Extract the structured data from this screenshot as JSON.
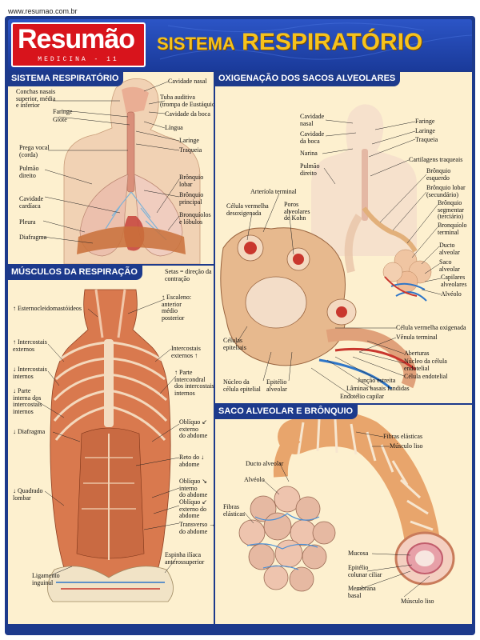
{
  "site_url": "www.resumao.com.br",
  "header": {
    "logo": "Resumão",
    "logo_sub": "MEDICINA - 11",
    "title_small": "SISTEMA",
    "title_big": "RESPIRATÓRIO"
  },
  "colors": {
    "frame": "#1d3a8c",
    "logo_red": "#d8141c",
    "title_yellow": "#f6c21c",
    "panel_bg": "#fdf0cf"
  },
  "panels": {
    "sistema": {
      "title": "SISTEMA RESPIRATÓRIO",
      "labels": {
        "conchas": "Conchas nasais\nsuperior, média\ne inferior",
        "faringe": "Faringe",
        "glote": "Glote",
        "prega": "Prega vocal\n(corda)",
        "pulmao": "Pulmão\ndireito",
        "cavidade_cardiaca": "Cavidade\ncardíaca",
        "pleura": "Pleura",
        "diafragma": "Diafragma",
        "cavidade_nasal": "Cavidade nasal",
        "tuba": "Tuba auditiva\n(trompa de Eustáquio)",
        "cavidade_boca": "Cavidade da boca",
        "lingua": "Língua",
        "laringe": "Laringe",
        "traqueia": "Traqueia",
        "bronquio_lobar": "Brônquio\nlobar",
        "bronquio_principal": "Brônquio\nprincipal",
        "bronquiolos": "Bronquíolos\ne lóbulos"
      }
    },
    "oxigenacao": {
      "title": "OXIGENAÇÃO DOS SACOS ALVEOLARES",
      "labels": {
        "cavidade_nasal": "Cavidade\nnasal",
        "cavidade_boca": "Cavidade\nda boca",
        "narina": "Narina",
        "pulmao": "Pulmão\ndireito",
        "arteriola": "Arteríola terminal",
        "celula_vermelha_desox": "Célula vermelha\ndesoxigenada",
        "poros": "Poros\nalveolares\nde Kohn",
        "faringe": "Faringe",
        "laringe": "Laringe",
        "traqueia": "Traqueia",
        "cartilagens": "Cartilagens traqueais",
        "bronquio_esquerdo": "Brônquio\nesquerdo",
        "bronquio_lobar": "Brônquio lobar\n(secundário)",
        "bronquio_segmentar": "Brônquio\nsegmentar\n(terciário)",
        "bronquiolo_terminal": "Bronquíolo\nterminal",
        "ducto": "Ducto\nalveolar",
        "saco": "Saco\nalveolar",
        "capilares": "Capilares\nalveolares",
        "alveolo": "Alvéolo",
        "celula_oxigenada": "Célula vermelha oxigenada",
        "venula": "Vênula terminal",
        "aberturas": "Aberturas",
        "nucleo_endotelial": "Núcleo da célula\nendotelial",
        "celula_endotelial": "Célula endotelial",
        "juncao": "Junção estreita",
        "laminas": "Lâminas basais fundidas",
        "endotelio": "Endotélio capilar",
        "celulas_epiteliais": "Células\nepiteliais",
        "nucleo_epitelial": "Núcleo da\ncélula epitelial",
        "epitelio_alveolar": "Epitélio\nalveolar"
      }
    },
    "musculos": {
      "title": "MÚSCULOS DA RESPIRAÇÃO",
      "labels": {
        "setas": "Setas = direção da\ncontração",
        "esterno": "↑ Esternocleidomastóideos",
        "escaleno": "↑ Escaleno:\nanterior\nmédio\nposterior",
        "intercostais_ext_l": "↑ Intercostais\nexternos",
        "intercostais_int": "↓ Intercostais\ninternos",
        "parte_interna": "↓ Parte\ninterna dos\nintercostais\ninternos",
        "diafragma": "↓ Diafragma",
        "quadrado": "↓ Quadrado\nlombar",
        "ligamento": "Ligamento\ninguinal",
        "intercostais_ext_r": "Intercostais\nexternos ↑",
        "parte_intercondral": "↑ Parte\nintercondral\ndos intercostais\ninternos",
        "obliquo_externo": "Oblíquo ↙\nexterno\ndo abdome",
        "reto": "Reto do ↓\nabdome",
        "obliquo_interno": "Oblíquo ↘\ninterno\ndo abdome",
        "obliquo_externo2": "Oblíquo ↙\nexterno do\nabdome",
        "transverso": "Transverso →\ndo abdome",
        "espinha": "Espinha ilíaca\nanterossuperior"
      }
    },
    "saco": {
      "title": "SACO ALVEOLAR E BRÔNQUIO",
      "labels": {
        "fibras1": "Fibras elásticas",
        "musculo1": "Músculo liso",
        "ducto": "Ducto alveolar",
        "alveolo": "Alvéolo",
        "fibras2": "Fibras\nelásticas",
        "mucosa": "Mucosa",
        "epitelio": "Epitélio\ncolunar ciliar",
        "membrana": "Membrana\nbasal",
        "musculo2": "Músculo liso"
      }
    }
  }
}
